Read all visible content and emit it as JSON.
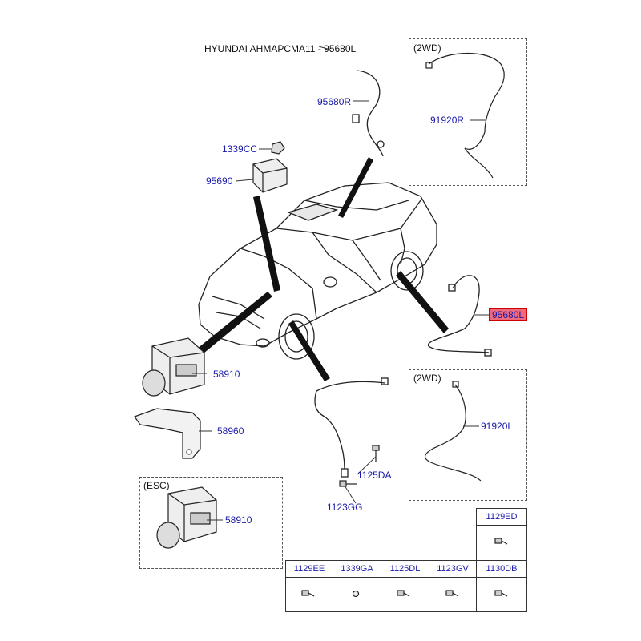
{
  "title": "HYUNDAI AHMAPCMA11 - 95680L",
  "labels": {
    "p95680R": "95680R",
    "p1339CC": "1339CC",
    "p95690": "95690",
    "p58910a": "58910",
    "p58960": "58960",
    "p1125DA": "1125DA",
    "p1123GG": "1123GG",
    "p95680L": "95680L",
    "p91920R": "91920R",
    "p91920L": "91920L",
    "p58910b": "58910"
  },
  "boxes": {
    "top_right_title": "(2WD)",
    "mid_right_title": "(2WD)",
    "esc_title": "(ESC)"
  },
  "fasteners": {
    "top": "1129ED",
    "row": [
      "1129EE",
      "1339GA",
      "1125DL",
      "1123GV",
      "1130DB"
    ]
  },
  "colors": {
    "label": "#1a1aa8",
    "highlight": "#f06a7e"
  }
}
